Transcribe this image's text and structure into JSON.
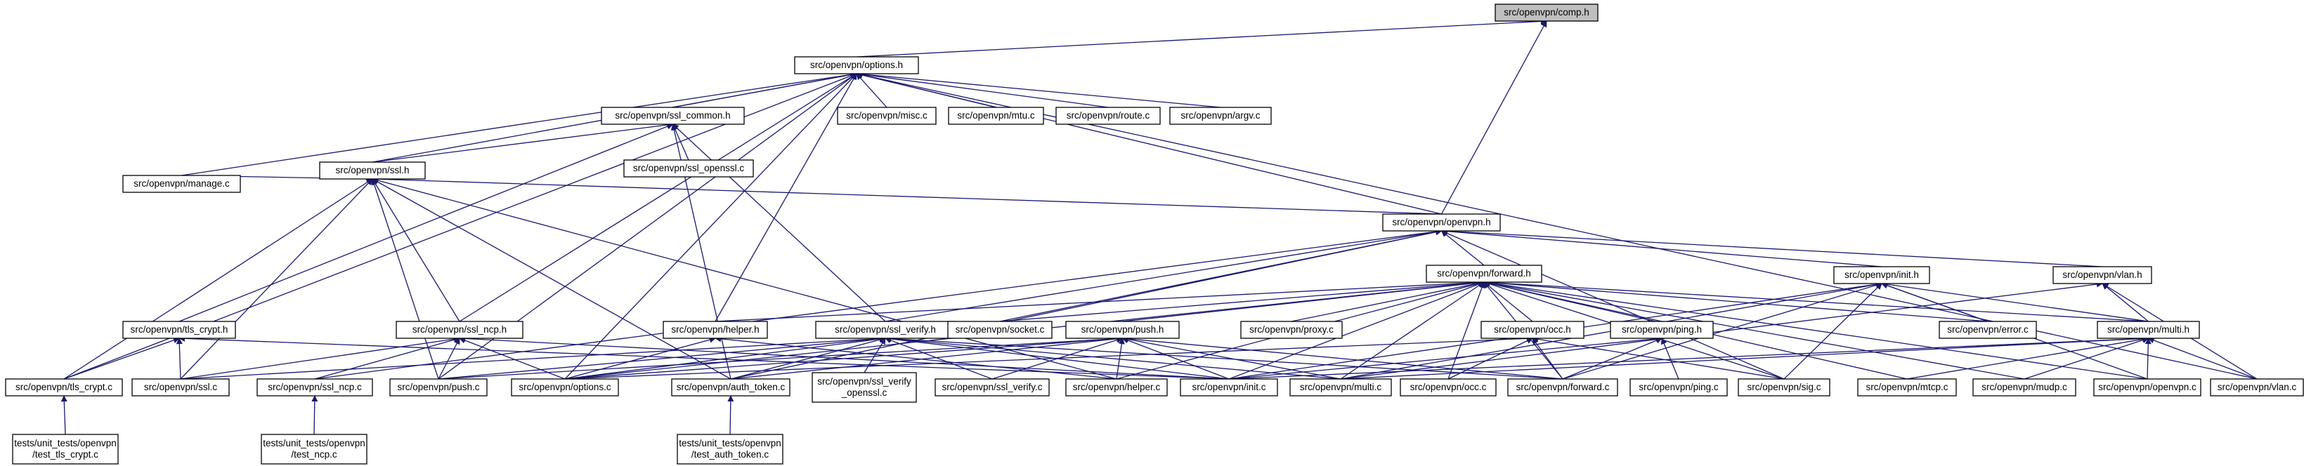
{
  "graph": {
    "title": "",
    "root": "comp_h",
    "colors": {
      "edge": "#191970",
      "root_fill": "#bfbfbf",
      "node_fill": "#ffffff",
      "border": "#000000"
    },
    "nodes": [
      {
        "id": "comp_h",
        "lines": [
          "src/openvpn/comp.h"
        ]
      },
      {
        "id": "options_h",
        "lines": [
          "src/openvpn/options.h"
        ]
      },
      {
        "id": "openvpn_h",
        "lines": [
          "src/openvpn/openvpn.h"
        ]
      },
      {
        "id": "ssl_common_h",
        "lines": [
          "src/openvpn/ssl_common.h"
        ]
      },
      {
        "id": "misc_c",
        "lines": [
          "src/openvpn/misc.c"
        ]
      },
      {
        "id": "mtu_c",
        "lines": [
          "src/openvpn/mtu.c"
        ]
      },
      {
        "id": "route_c",
        "lines": [
          "src/openvpn/route.c"
        ]
      },
      {
        "id": "argv_c",
        "lines": [
          "src/openvpn/argv.c"
        ]
      },
      {
        "id": "ssl_h",
        "lines": [
          "src/openvpn/ssl.h"
        ]
      },
      {
        "id": "ssl_openssl_c",
        "lines": [
          "src/openvpn/ssl_openssl.c"
        ]
      },
      {
        "id": "manage_c",
        "lines": [
          "src/openvpn/manage.c"
        ]
      },
      {
        "id": "forward_h",
        "lines": [
          "src/openvpn/forward.h"
        ]
      },
      {
        "id": "init_h",
        "lines": [
          "src/openvpn/init.h"
        ]
      },
      {
        "id": "vlan_h",
        "lines": [
          "src/openvpn/vlan.h"
        ]
      },
      {
        "id": "tls_crypt_h",
        "lines": [
          "src/openvpn/tls_crypt.h"
        ]
      },
      {
        "id": "ssl_ncp_h",
        "lines": [
          "src/openvpn/ssl_ncp.h"
        ]
      },
      {
        "id": "helper_h",
        "lines": [
          "src/openvpn/helper.h"
        ]
      },
      {
        "id": "ssl_verify_h",
        "lines": [
          "src/openvpn/ssl_verify.h"
        ]
      },
      {
        "id": "socket_c",
        "lines": [
          "src/openvpn/socket.c"
        ]
      },
      {
        "id": "push_h",
        "lines": [
          "src/openvpn/push.h"
        ]
      },
      {
        "id": "proxy_c",
        "lines": [
          "src/openvpn/proxy.c"
        ]
      },
      {
        "id": "occ_h",
        "lines": [
          "src/openvpn/occ.h"
        ]
      },
      {
        "id": "ping_h",
        "lines": [
          "src/openvpn/ping.h"
        ]
      },
      {
        "id": "error_c",
        "lines": [
          "src/openvpn/error.c"
        ]
      },
      {
        "id": "multi_h",
        "lines": [
          "src/openvpn/multi.h"
        ]
      },
      {
        "id": "tls_crypt_c",
        "lines": [
          "src/openvpn/tls_crypt.c"
        ]
      },
      {
        "id": "ssl_c",
        "lines": [
          "src/openvpn/ssl.c"
        ]
      },
      {
        "id": "ssl_ncp_c",
        "lines": [
          "src/openvpn/ssl_ncp.c"
        ]
      },
      {
        "id": "push_c",
        "lines": [
          "src/openvpn/push.c"
        ]
      },
      {
        "id": "options_c",
        "lines": [
          "src/openvpn/options.c"
        ]
      },
      {
        "id": "auth_token_c",
        "lines": [
          "src/openvpn/auth_token.c"
        ]
      },
      {
        "id": "ssl_verify_openssl_c",
        "lines": [
          "src/openvpn/ssl_verify",
          "_openssl.c"
        ]
      },
      {
        "id": "ssl_verify_c",
        "lines": [
          "src/openvpn/ssl_verify.c"
        ]
      },
      {
        "id": "helper_c",
        "lines": [
          "src/openvpn/helper.c"
        ]
      },
      {
        "id": "init_c",
        "lines": [
          "src/openvpn/init.c"
        ]
      },
      {
        "id": "multi_c",
        "lines": [
          "src/openvpn/multi.c"
        ]
      },
      {
        "id": "occ_c",
        "lines": [
          "src/openvpn/occ.c"
        ]
      },
      {
        "id": "forward_c",
        "lines": [
          "src/openvpn/forward.c"
        ]
      },
      {
        "id": "ping_c",
        "lines": [
          "src/openvpn/ping.c"
        ]
      },
      {
        "id": "sig_c",
        "lines": [
          "src/openvpn/sig.c"
        ]
      },
      {
        "id": "mtcp_c",
        "lines": [
          "src/openvpn/mtcp.c"
        ]
      },
      {
        "id": "mudp_c",
        "lines": [
          "src/openvpn/mudp.c"
        ]
      },
      {
        "id": "openvpn_c",
        "lines": [
          "src/openvpn/openvpn.c"
        ]
      },
      {
        "id": "vlan_c",
        "lines": [
          "src/openvpn/vlan.c"
        ]
      },
      {
        "id": "test_tls_crypt_c",
        "lines": [
          "tests/unit_tests/openvpn",
          "/test_tls_crypt.c"
        ]
      },
      {
        "id": "test_ncp_c",
        "lines": [
          "tests/unit_tests/openvpn",
          "/test_ncp.c"
        ]
      },
      {
        "id": "test_auth_token_c",
        "lines": [
          "tests/unit_tests/openvpn",
          "/test_auth_token.c"
        ]
      }
    ],
    "edges": [
      [
        "options_h",
        "comp_h"
      ],
      [
        "openvpn_h",
        "comp_h"
      ],
      [
        "ssl_common_h",
        "options_h"
      ],
      [
        "misc_c",
        "options_h"
      ],
      [
        "mtu_c",
        "options_h"
      ],
      [
        "route_c",
        "options_h"
      ],
      [
        "argv_c",
        "options_h"
      ],
      [
        "ssl_h",
        "options_h"
      ],
      [
        "manage_c",
        "options_h"
      ],
      [
        "openvpn_h",
        "options_h"
      ],
      [
        "helper_h",
        "options_h"
      ],
      [
        "ssl_ncp_h",
        "options_h"
      ],
      [
        "options_c",
        "options_h"
      ],
      [
        "push_c",
        "options_h"
      ],
      [
        "tls_crypt_c",
        "options_h"
      ],
      [
        "vlan_c",
        "options_h"
      ],
      [
        "ssl_h",
        "ssl_common_h"
      ],
      [
        "ssl_openssl_c",
        "ssl_common_h"
      ],
      [
        "tls_crypt_h",
        "ssl_common_h"
      ],
      [
        "ssl_verify_h",
        "ssl_common_h"
      ],
      [
        "auth_token_c",
        "ssl_common_h"
      ],
      [
        "manage_c",
        "ssl_h"
      ],
      [
        "openvpn_h",
        "ssl_h"
      ],
      [
        "ssl_ncp_h",
        "ssl_h"
      ],
      [
        "ssl_c",
        "ssl_h"
      ],
      [
        "push_c",
        "ssl_h"
      ],
      [
        "tls_crypt_c",
        "ssl_h"
      ],
      [
        "auth_token_c",
        "ssl_h"
      ],
      [
        "helper_c",
        "ssl_h"
      ],
      [
        "forward_h",
        "openvpn_h"
      ],
      [
        "init_h",
        "openvpn_h"
      ],
      [
        "vlan_h",
        "openvpn_h"
      ],
      [
        "ssl_verify_h",
        "openvpn_h"
      ],
      [
        "socket_c",
        "openvpn_h"
      ],
      [
        "sig_c",
        "openvpn_h"
      ],
      [
        "ssl_ncp_c",
        "openvpn_h"
      ],
      [
        "auth_token_c",
        "openvpn_h"
      ],
      [
        "helper_h",
        "forward_h"
      ],
      [
        "socket_c",
        "forward_h"
      ],
      [
        "push_h",
        "forward_h"
      ],
      [
        "proxy_c",
        "forward_h"
      ],
      [
        "occ_h",
        "forward_h"
      ],
      [
        "ping_h",
        "forward_h"
      ],
      [
        "error_c",
        "forward_h"
      ],
      [
        "multi_h",
        "forward_h"
      ],
      [
        "options_c",
        "forward_h"
      ],
      [
        "init_c",
        "forward_h"
      ],
      [
        "multi_c",
        "forward_h"
      ],
      [
        "occ_c",
        "forward_h"
      ],
      [
        "forward_c",
        "forward_h"
      ],
      [
        "mtcp_c",
        "forward_h"
      ],
      [
        "mudp_c",
        "forward_h"
      ],
      [
        "openvpn_c",
        "forward_h"
      ],
      [
        "sig_c",
        "forward_h"
      ],
      [
        "helper_c",
        "forward_h"
      ],
      [
        "multi_h",
        "init_h"
      ],
      [
        "error_c",
        "init_h"
      ],
      [
        "init_c",
        "init_h"
      ],
      [
        "forward_c",
        "init_h"
      ],
      [
        "sig_c",
        "init_h"
      ],
      [
        "openvpn_c",
        "init_h"
      ],
      [
        "multi_c",
        "init_h"
      ],
      [
        "multi_h",
        "vlan_h"
      ],
      [
        "vlan_c",
        "vlan_h"
      ],
      [
        "multi_c",
        "vlan_h"
      ],
      [
        "tls_crypt_c",
        "tls_crypt_h"
      ],
      [
        "ssl_c",
        "tls_crypt_h"
      ],
      [
        "init_c",
        "tls_crypt_h"
      ],
      [
        "test_tls_crypt_c",
        "tls_crypt_c"
      ],
      [
        "ssl_c",
        "ssl_ncp_h"
      ],
      [
        "ssl_ncp_c",
        "ssl_ncp_h"
      ],
      [
        "push_c",
        "ssl_ncp_h"
      ],
      [
        "options_c",
        "ssl_ncp_h"
      ],
      [
        "init_c",
        "ssl_ncp_h"
      ],
      [
        "test_ncp_c",
        "ssl_ncp_c"
      ],
      [
        "options_c",
        "helper_h"
      ],
      [
        "helper_c",
        "helper_h"
      ],
      [
        "ssl_c",
        "ssl_verify_h"
      ],
      [
        "push_c",
        "ssl_verify_h"
      ],
      [
        "options_c",
        "ssl_verify_h"
      ],
      [
        "auth_token_c",
        "ssl_verify_h"
      ],
      [
        "ssl_verify_openssl_c",
        "ssl_verify_h"
      ],
      [
        "ssl_verify_c",
        "ssl_verify_h"
      ],
      [
        "init_c",
        "ssl_verify_h"
      ],
      [
        "multi_c",
        "ssl_verify_h"
      ],
      [
        "forward_c",
        "ssl_verify_h"
      ],
      [
        "push_c",
        "push_h"
      ],
      [
        "options_c",
        "push_h"
      ],
      [
        "ssl_verify_c",
        "push_h"
      ],
      [
        "helper_c",
        "push_h"
      ],
      [
        "init_c",
        "push_h"
      ],
      [
        "multi_c",
        "push_h"
      ],
      [
        "forward_c",
        "push_h"
      ],
      [
        "auth_token_c",
        "push_h"
      ],
      [
        "options_c",
        "occ_h"
      ],
      [
        "occ_c",
        "occ_h"
      ],
      [
        "forward_c",
        "occ_h"
      ],
      [
        "sig_c",
        "occ_h"
      ],
      [
        "ping_c",
        "ping_h"
      ],
      [
        "forward_c",
        "ping_h"
      ],
      [
        "init_c",
        "ping_h"
      ],
      [
        "multi_c",
        "multi_h"
      ],
      [
        "mtcp_c",
        "multi_h"
      ],
      [
        "mudp_c",
        "multi_h"
      ],
      [
        "openvpn_c",
        "multi_h"
      ],
      [
        "vlan_c",
        "multi_h"
      ],
      [
        "init_c",
        "multi_h"
      ],
      [
        "test_auth_token_c",
        "auth_token_c"
      ]
    ]
  }
}
